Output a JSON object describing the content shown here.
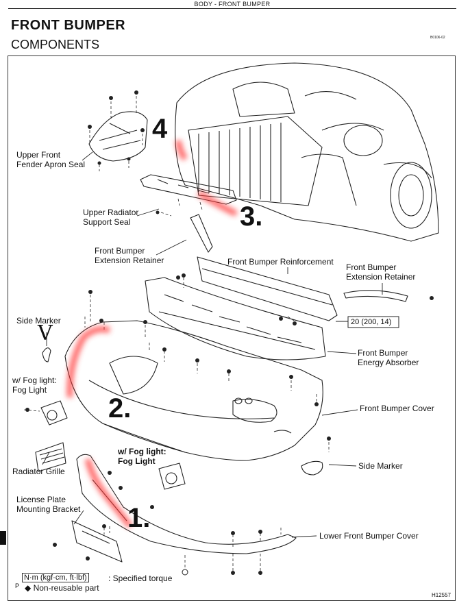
{
  "header": {
    "running_head": "BODY  -  FRONT BUMPER",
    "title": "FRONT BUMPER",
    "subtitle": "COMPONENTS",
    "drawing_code": "B0106-02"
  },
  "labels": {
    "upper_fender_apron_seal": "Upper Front\nFender Apron Seal",
    "upper_radiator_support_seal": "Upper Radiator\nSupport Seal",
    "extension_retainer_left": "Front Bumper\nExtension Retainer",
    "reinforcement": "Front Bumper Reinforcement",
    "extension_retainer_right": "Front Bumper\nExtension Retainer",
    "torque_spec": "20 (200, 14)",
    "side_marker_left": "Side Marker",
    "energy_absorber": "Front Bumper\nEnergy Absorber",
    "fog_light_left": "w/ Fog light:\nFog Light",
    "bumper_cover": "Front Bumper Cover",
    "radiator_grille": "Radiator Grille",
    "fog_light_right": "w/ Fog light:\nFog Light",
    "side_marker_right": "Side Marker",
    "license_bracket": "License Plate\nMounting Bracket",
    "lower_bumper_cover": "Lower Front Bumper Cover"
  },
  "callouts": {
    "one": "1.",
    "two": "2.",
    "three": "3.",
    "four": "4",
    "v_mark": "V"
  },
  "legend": {
    "torque_units": "N·m (kgf·cm, ft·lbf)",
    "torque_desc": ": Specified torque",
    "non_reusable": "◆ Non-reusable part",
    "prefix": "P"
  },
  "figure_id": "H12557",
  "colors": {
    "highlight": "#ff3b3b",
    "line": "#222222"
  }
}
